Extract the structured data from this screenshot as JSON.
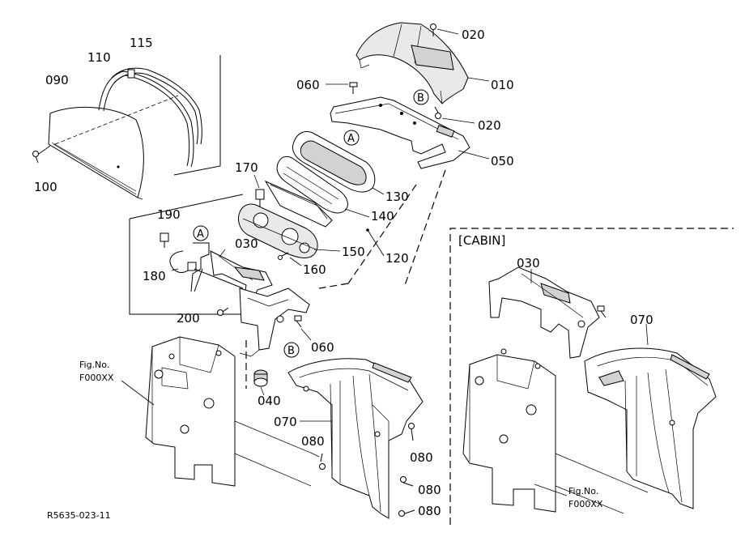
{
  "diagram": {
    "figure_code": "R5635-023-11",
    "section_label": "[CABIN]",
    "callouts": {
      "p010": "010",
      "p020a": "020",
      "p020b": "020",
      "p030a": "030",
      "p030b": "030",
      "p040": "040",
      "p050": "050",
      "p060a": "060",
      "p060b": "060",
      "p070a": "070",
      "p070b": "070",
      "p080a": "080",
      "p080b": "080",
      "p080c": "080",
      "p080d": "080",
      "p090": "090",
      "p100": "100",
      "p110": "110",
      "p115": "115",
      "p120": "120",
      "p130": "130",
      "p140": "140",
      "p150": "150",
      "p160": "160",
      "p170": "170",
      "p180": "180",
      "p190": "190",
      "p200": "200"
    },
    "reference_marks": {
      "a1": "A",
      "a2": "A",
      "b1": "B",
      "b2": "B"
    },
    "fig_refs": [
      {
        "label": "Fig.No.",
        "code": "F000XX"
      },
      {
        "label": "Fig.No.",
        "code": "F000XX"
      }
    ]
  }
}
